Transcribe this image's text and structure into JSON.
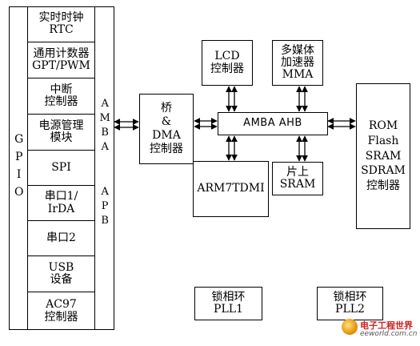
{
  "gpio": {
    "label": "GPIO"
  },
  "apb": {
    "label_top": "AMBA",
    "label_bottom": "APB"
  },
  "peripherals": [
    {
      "label": "实时时钟\nRTC"
    },
    {
      "label": "通用计数器\nGPT/PWM"
    },
    {
      "label": "中断\n控制器"
    },
    {
      "label": "电源管理\n模块"
    },
    {
      "label": "SPI"
    },
    {
      "label": "串口1/\nIrDA"
    },
    {
      "label": "串口2"
    },
    {
      "label": "USB\n设备"
    },
    {
      "label": "AC97\n控制器"
    }
  ],
  "bridge": {
    "label": "桥\n&\nDMA\n控制器"
  },
  "lcd": {
    "label": "LCD\n控制器"
  },
  "mma": {
    "label": "多媒体\n加速器\nMMA"
  },
  "ahb": {
    "label": "AMBA AHB"
  },
  "arm": {
    "label": "ARM7TDMI"
  },
  "sram": {
    "label": "片上\nSRAM"
  },
  "memctrl": {
    "label": "ROM\nFlash\nSRAM\nSDRAM\n控制器"
  },
  "pll1": {
    "label": "锁相环\nPLL1"
  },
  "pll2": {
    "label": "锁相环\nPLL2"
  },
  "watermark": {
    "cn": "电子工程世界",
    "url": "eeworld.com.cn"
  },
  "colors": {
    "line": "#000000",
    "background": "#ffffff",
    "watermark_red": "#cc2020"
  }
}
